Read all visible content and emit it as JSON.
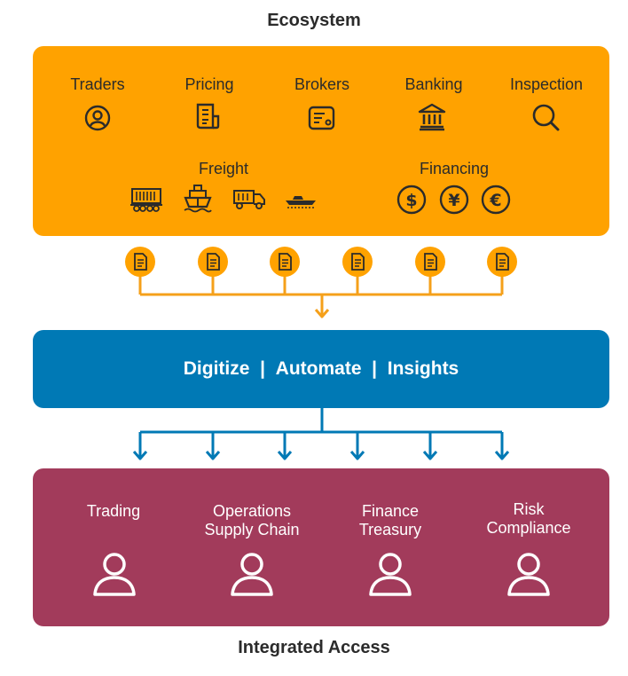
{
  "diagram": {
    "title": "Ecosystem",
    "footer": "Integrated Access",
    "ecosystem": {
      "top_items": [
        {
          "label": "Traders",
          "icon": "user-circle-icon"
        },
        {
          "label": "Pricing",
          "icon": "price-document-icon"
        },
        {
          "label": "Brokers",
          "icon": "broker-card-icon"
        },
        {
          "label": "Banking",
          "icon": "bank-icon"
        },
        {
          "label": "Inspection",
          "icon": "magnifier-icon"
        }
      ],
      "freight": {
        "label": "Freight",
        "icons": [
          "rail-wagon-icon",
          "ship-icon",
          "truck-icon",
          "boat-icon"
        ]
      },
      "financing": {
        "label": "Financing",
        "icons": [
          "dollar-icon",
          "yen-icon",
          "euro-icon"
        ]
      }
    },
    "documents": {
      "count": 6,
      "icon": "document-icon"
    },
    "platform": {
      "items": [
        "Digitize",
        "Automate",
        "Insights"
      ],
      "separator": "|"
    },
    "roles": [
      {
        "lines": [
          "Trading"
        ],
        "icon": "user-icon"
      },
      {
        "lines": [
          "Operations",
          "Supply Chain"
        ],
        "icon": "user-icon"
      },
      {
        "lines": [
          "Finance",
          "Treasury"
        ],
        "icon": "user-icon"
      },
      {
        "lines": [
          "Risk",
          "Compliance"
        ],
        "icon": "user-icon"
      }
    ],
    "colors": {
      "ecosystem": "#FFA200",
      "platform": "#0079B5",
      "roles": "#A23B5B",
      "orange_connector": "#F5A01A",
      "blue_connector": "#0079B5"
    }
  }
}
